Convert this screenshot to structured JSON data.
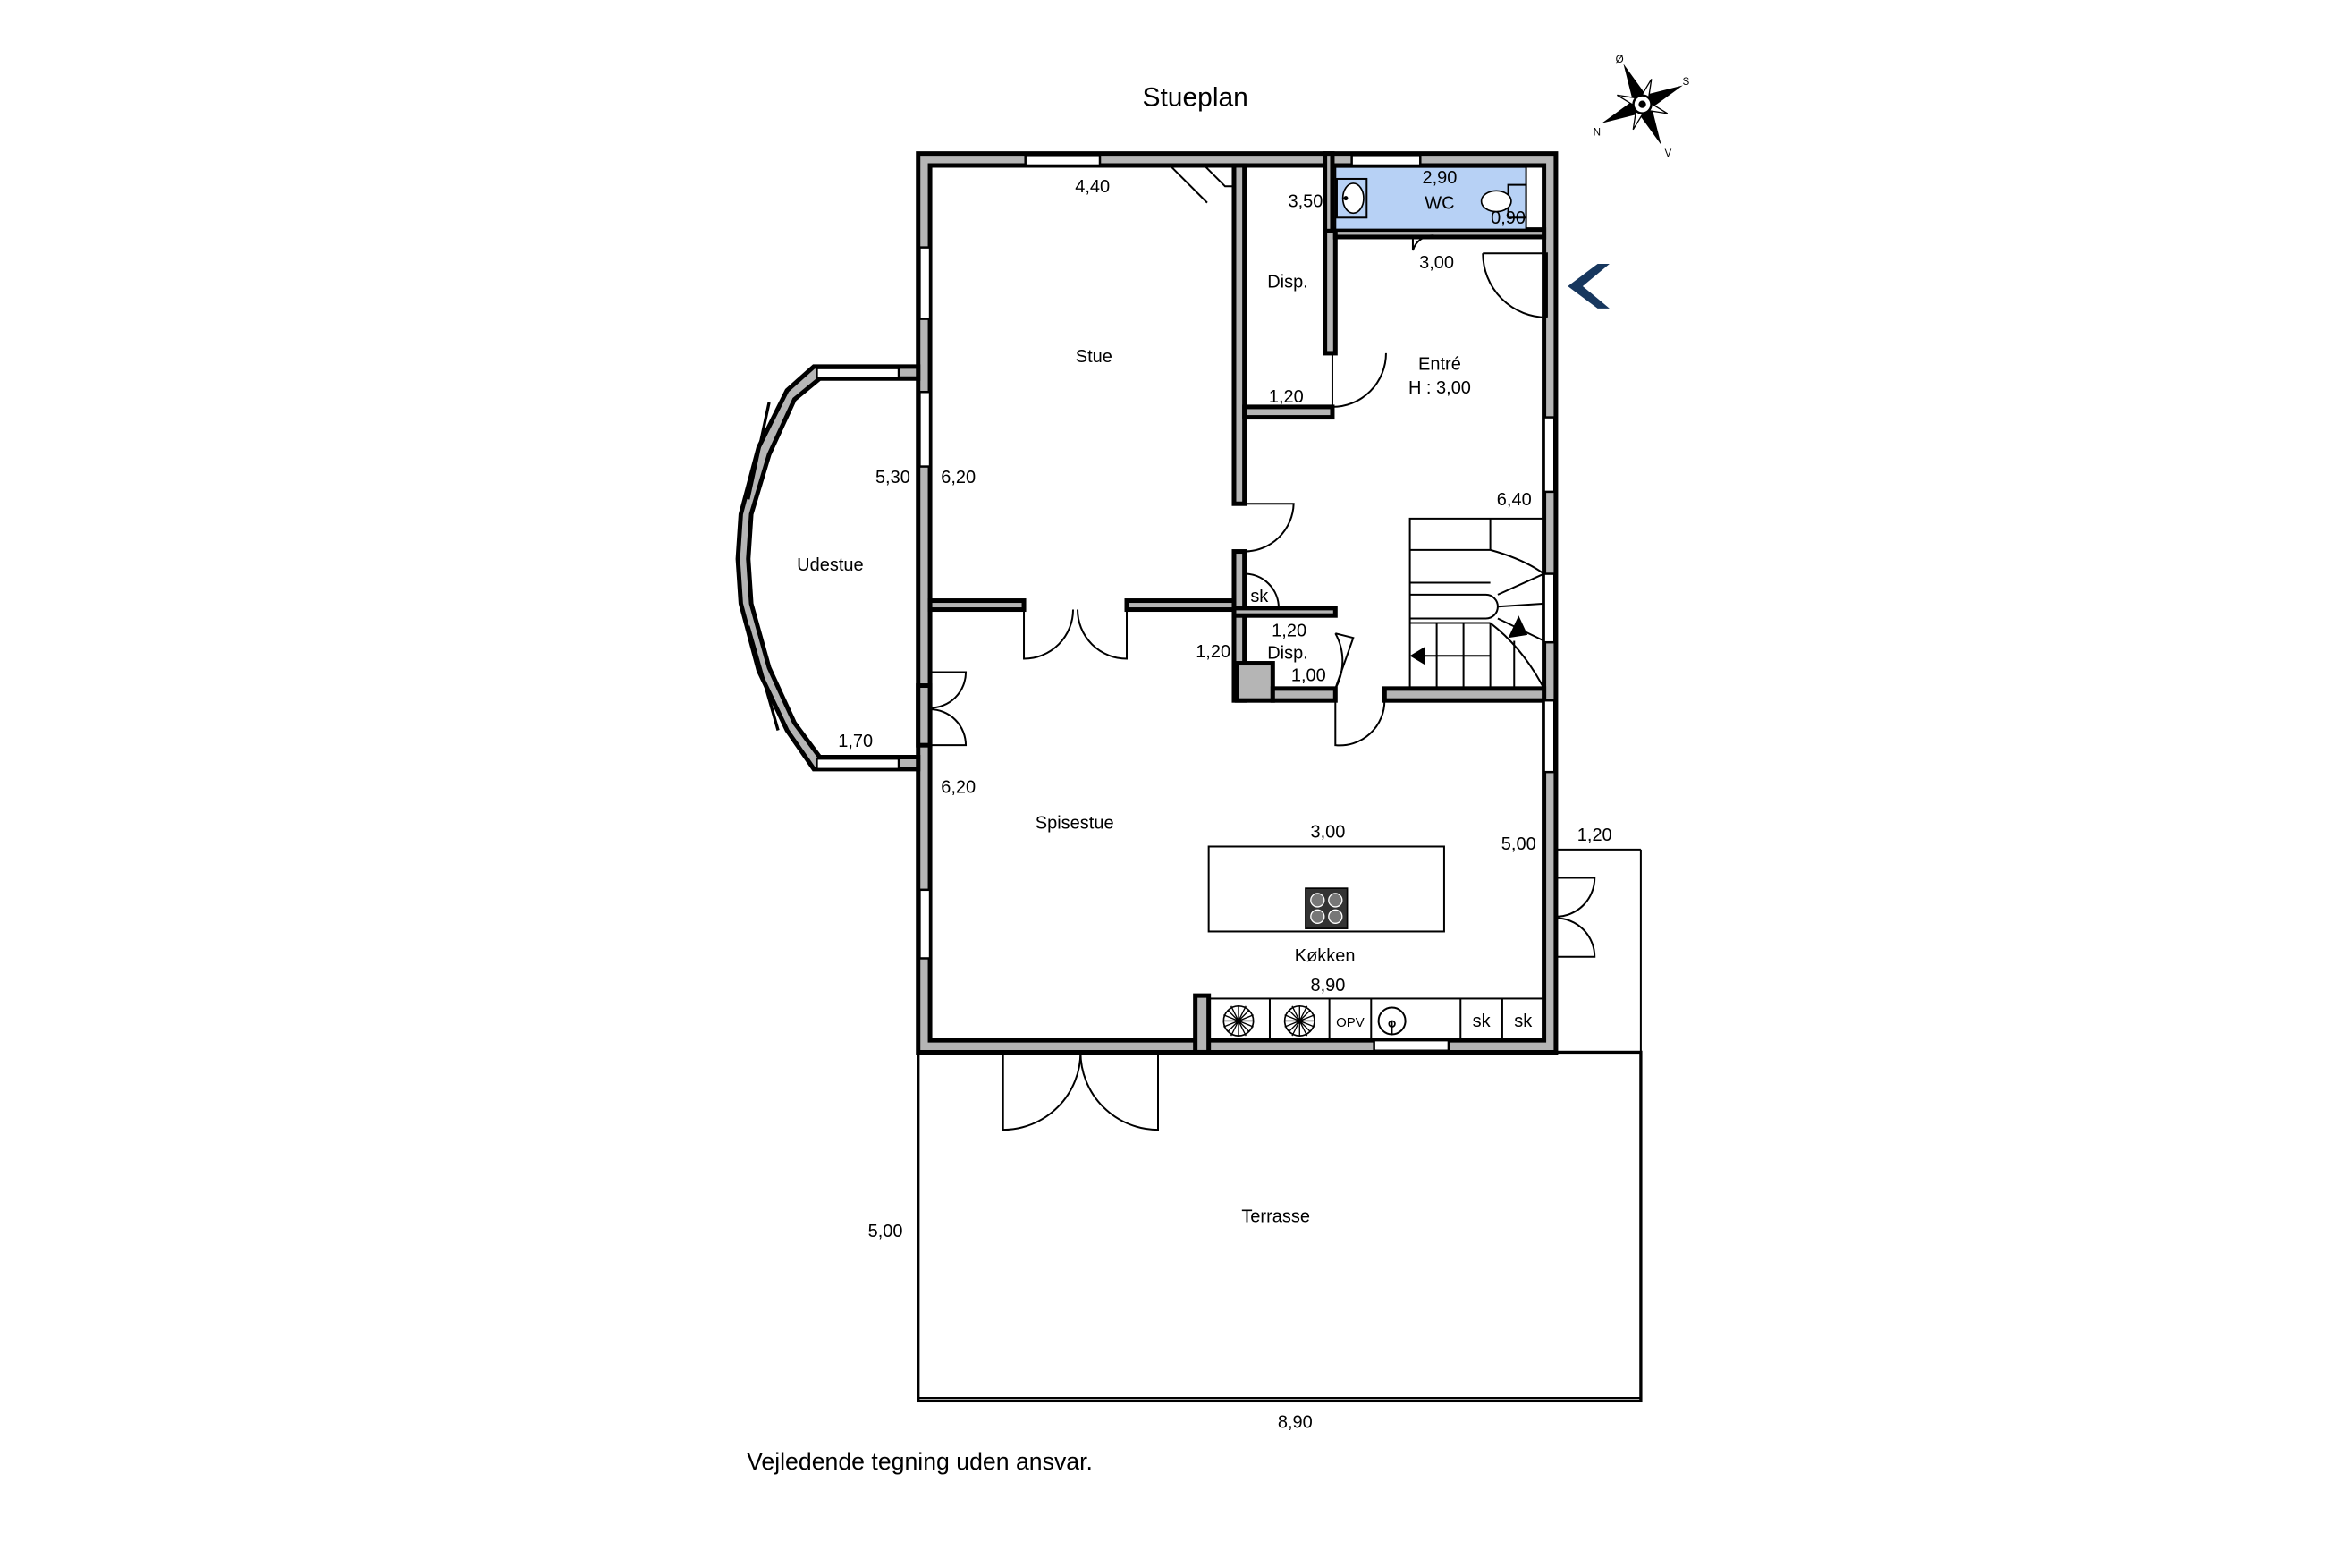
{
  "title": "Stueplan",
  "disclaimer": "Vejledende tegning uden ansvar.",
  "entrance_arrow_color": "#17375e",
  "wc_fill_color": "#b7d1f5",
  "compass": {
    "north": "N",
    "south": "S",
    "east": "Ø",
    "west": "V"
  },
  "rooms": {
    "stue": "Stue",
    "udestue": "Udestue",
    "disp_top": "Disp.",
    "wc": "WC",
    "entre": "Entré",
    "entre_height": "H : 3,00",
    "disp_small": "Disp.",
    "sk_small": "sk",
    "spisestue": "Spisestue",
    "kokken": "Køkken",
    "terrasse": "Terrasse"
  },
  "appliances": {
    "opv": "OPV",
    "sk1": "sk",
    "sk2": "sk"
  },
  "dimensions": {
    "stue_width": "4,40",
    "wc_width": "2,90",
    "disp_height": "3,50",
    "wc_depth": "0,90",
    "entre_width": "3,00",
    "disp_width": "1,20",
    "udestue_depth": "5,30",
    "stue_depth": "6,20",
    "entre_depth": "6,40",
    "disp_small_width": "1,20",
    "sk_width": "1,20",
    "disp_small_depth": "1,00",
    "udestue_width": "1,70",
    "spisestue_depth": "6,20",
    "island_width": "3,00",
    "kitchen_depth": "5,00",
    "terrace_ext": "1,20",
    "kitchen_width": "8,90",
    "terrace_depth": "5,00",
    "terrace_width": "8,90"
  }
}
